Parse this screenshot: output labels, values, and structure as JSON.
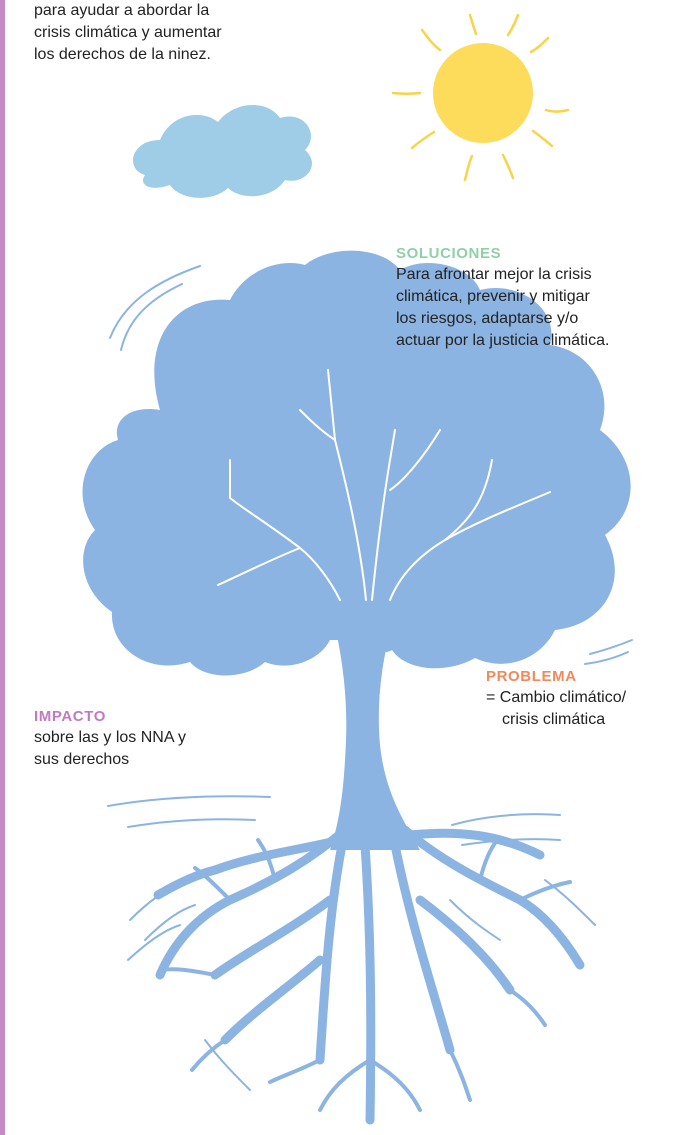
{
  "intro": {
    "lines": [
      "para ayudar a abordar la",
      "crisis climática y aumentar",
      "los derechos de la ninez."
    ]
  },
  "soluciones": {
    "heading": "SOLUCIONES",
    "lines": [
      "Para afrontar mejor la crisis",
      "climática, prevenir y mitigar",
      "los riesgos, adaptarse y/o",
      "actuar por la justicia climática."
    ]
  },
  "problema": {
    "heading": "PROBLEMA",
    "lines": [
      "= Cambio climático/",
      "crisis climática"
    ]
  },
  "impacto": {
    "heading": "IMPACTO",
    "lines": [
      "sobre las y los NNA y",
      "sus derechos"
    ]
  },
  "colors": {
    "tree": "#8cb4e2",
    "cloud": "#9fcde8",
    "sun": "#fddc5c",
    "sun_rays": "#f7d44a",
    "accent_bar": "#c48bc4",
    "soluciones": "#8fd1a7",
    "problema": "#f08a5d",
    "impacto": "#c279c2"
  }
}
